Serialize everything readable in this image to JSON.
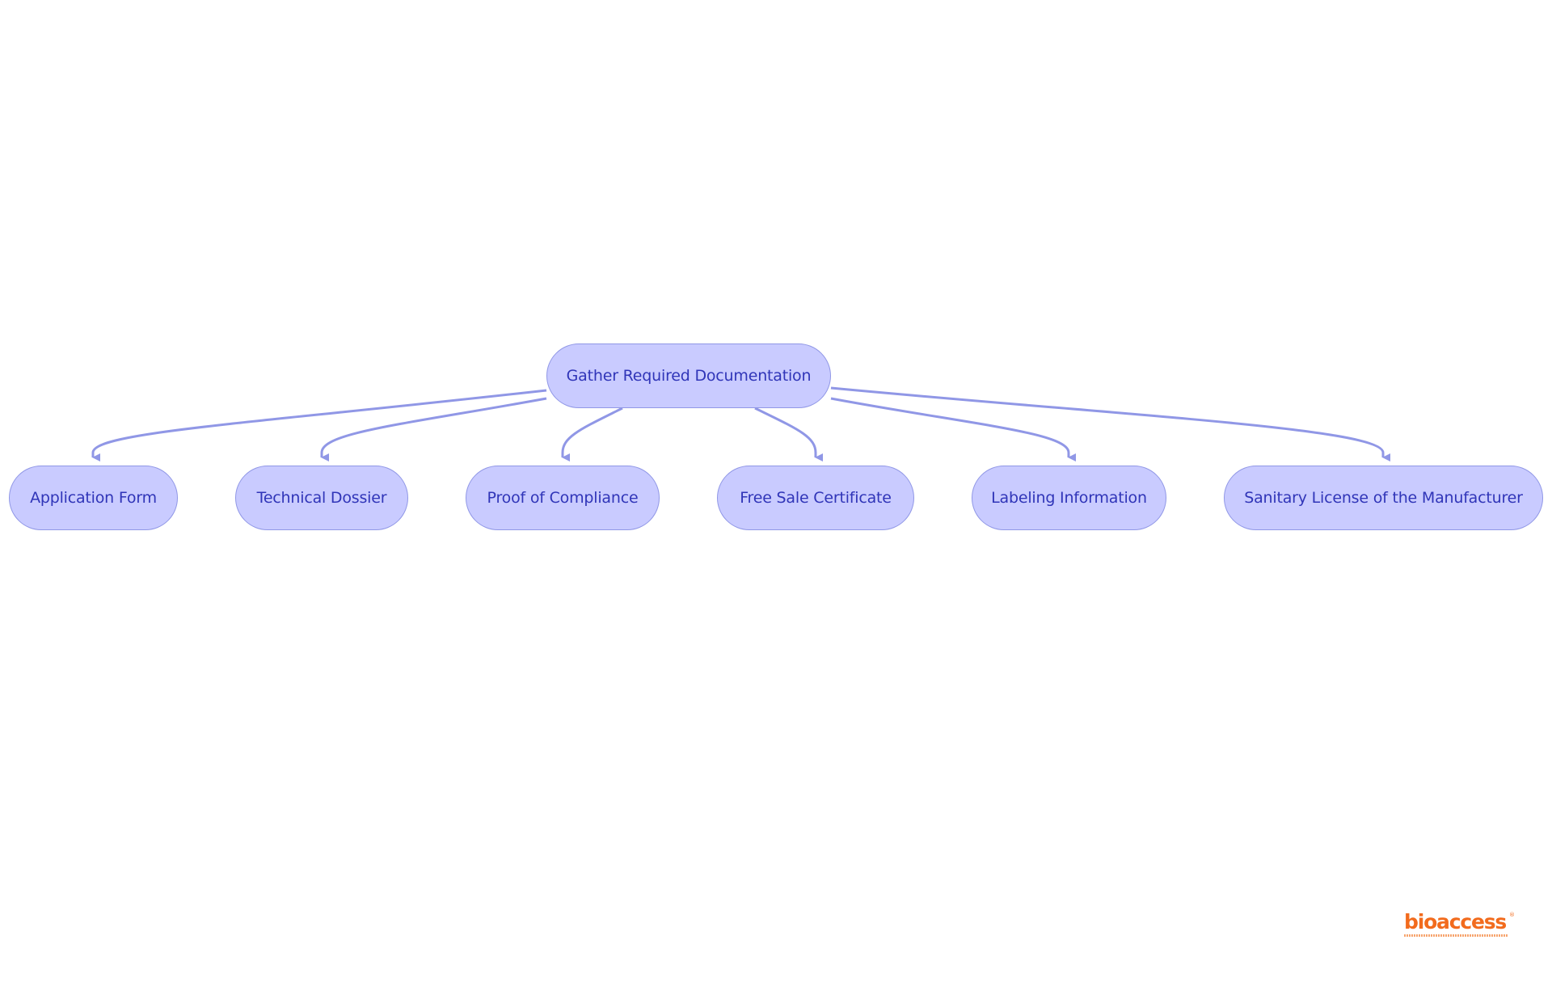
{
  "diagram": {
    "root": {
      "label": "Gather Required Documentation"
    },
    "children": [
      {
        "label": "Application Form"
      },
      {
        "label": "Technical Dossier"
      },
      {
        "label": "Proof of Compliance"
      },
      {
        "label": "Free Sale Certificate"
      },
      {
        "label": "Labeling Information"
      },
      {
        "label": "Sanitary License of the Manufacturer"
      }
    ]
  },
  "colors": {
    "node_fill": "#c9cbff",
    "node_border": "#9097e6",
    "node_text": "#3035b8",
    "edge": "#9097e6",
    "logo": "#f26b1d"
  },
  "logo": {
    "text": "bioaccess",
    "mark": "®"
  }
}
